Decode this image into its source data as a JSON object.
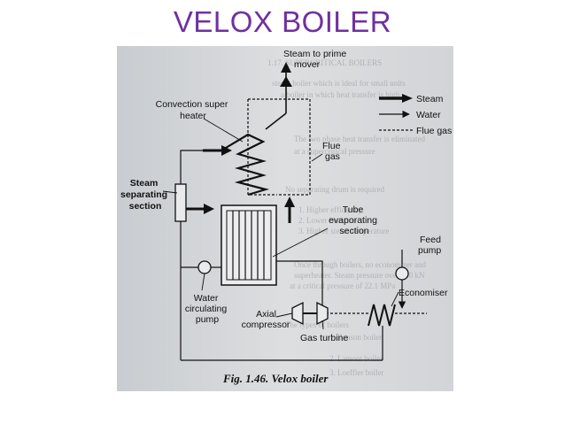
{
  "slide": {
    "title": "VELOX BOILER"
  },
  "figure": {
    "labels": {
      "steam_to_prime_mover": [
        "Steam to prime",
        "mover"
      ],
      "convection_super_heater": [
        "Convection super",
        "heater"
      ],
      "steam_separating_section": [
        "Steam",
        "separating",
        "section"
      ],
      "flue_gas": [
        "Flue",
        "gas"
      ],
      "tube_evaporating_section": [
        "Tube",
        "evaporating",
        "section"
      ],
      "feed_pump": [
        "Feed",
        "pump"
      ],
      "economiser": "Economiser",
      "water_circulating_pump": [
        "Water",
        "circulating",
        "pump"
      ],
      "axial_compressor": [
        "Axial",
        "compressor"
      ],
      "gas_turbine": "Gas turbine"
    },
    "legend": {
      "steam": "Steam",
      "water": "Water",
      "flue_gas": "Flue gas"
    },
    "caption": "Fig. 1.46. Velox boiler"
  }
}
